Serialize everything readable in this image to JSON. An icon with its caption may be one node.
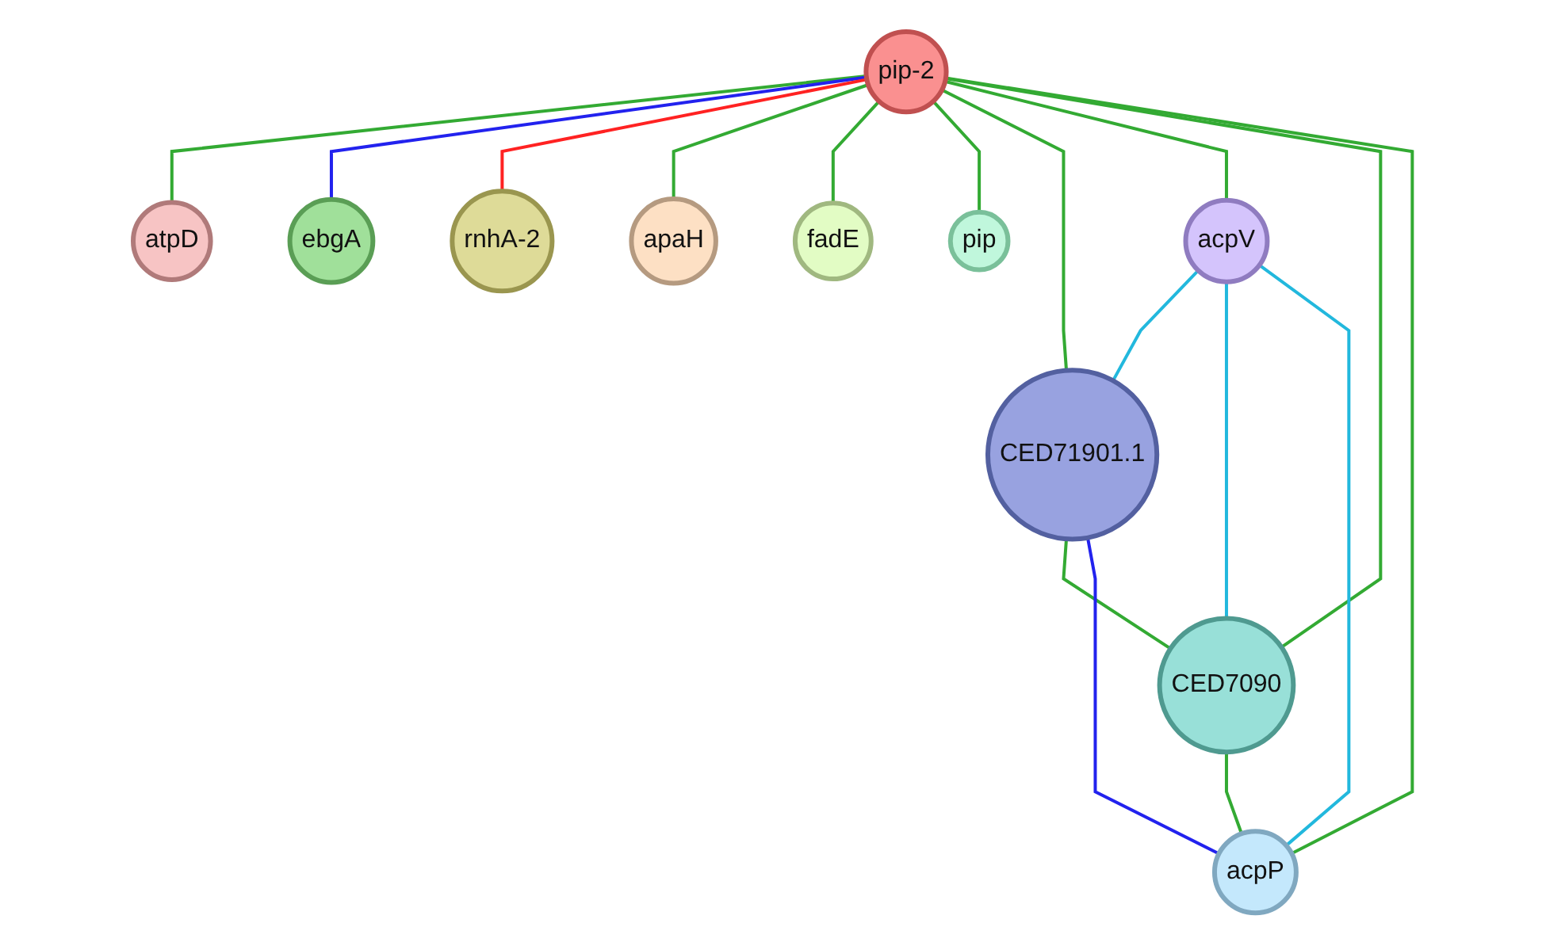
{
  "diagram": {
    "nodes": [
      {
        "text": [
          "atpD"
        ]
      },
      {
        "text": [
          "ebgA"
        ]
      },
      {
        "text": [
          "apaH"
        ]
      },
      {
        "text": [
          "rnhA-2"
        ]
      },
      {
        "text": [
          "pip-2"
        ]
      },
      {
        "text": [
          "fadE"
        ]
      },
      {
        "text": [
          "CED71901.1"
        ]
      },
      {
        "text": [
          "pip"
        ]
      },
      {
        "text": [
          "acpV"
        ]
      },
      {
        "text": [
          "acpP"
        ]
      },
      {
        "text": [
          "CED7090"
        ]
      }
    ],
    "edges": [
      {
        "from": 4,
        "to": 0,
        "arrow": "none"
      },
      {
        "from": 4,
        "to": 1,
        "arrow": "none",
        "color": "#2222ee"
      },
      {
        "from": 4,
        "to": 3,
        "arrow": "none",
        "color": "#ff2222"
      },
      {
        "from": 4,
        "to": 2,
        "arrow": "none"
      },
      {
        "from": 4,
        "to": 5,
        "arrow": "none"
      },
      {
        "from": 4,
        "to": 7,
        "arrow": "none"
      },
      {
        "from": 4,
        "to": 6,
        "arrow": "none"
      },
      {
        "from": 4,
        "to": 8,
        "arrow": "none"
      },
      {
        "from": 4,
        "to": 10,
        "arrow": "none"
      },
      {
        "from": 4,
        "to": 9,
        "arrow": "none"
      },
      {
        "from": 8,
        "to": 6,
        "arrow": "none",
        "color": "#22b8dd"
      },
      {
        "from": 8,
        "to": 10,
        "arrow": "none",
        "color": "#22b8dd"
      },
      {
        "from": 8,
        "to": 9,
        "arrow": "none",
        "color": "#22b8dd"
      },
      {
        "from": 6,
        "to": 10,
        "arrow": "none"
      },
      {
        "from": 6,
        "to": 9,
        "arrow": "none",
        "color": "#2222ee"
      },
      {
        "from": 10,
        "to": 9,
        "arrow": "none"
      }
    ]
  }
}
